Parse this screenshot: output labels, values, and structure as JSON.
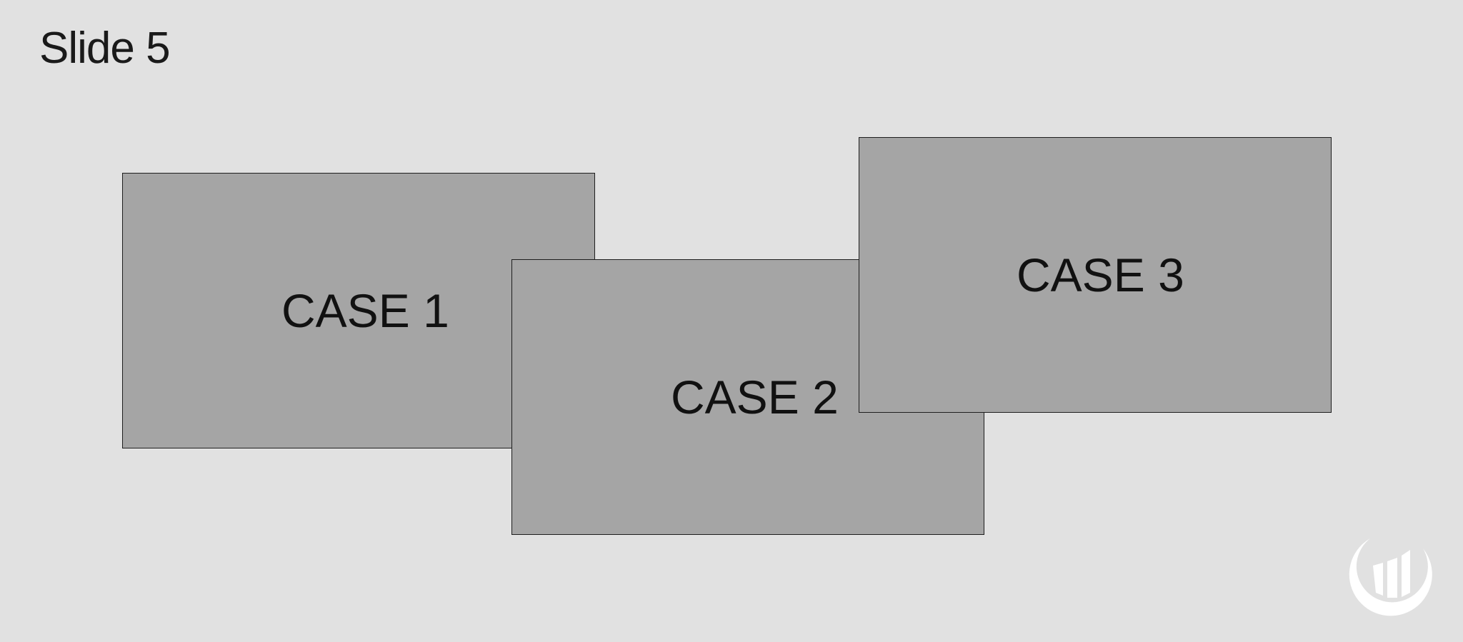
{
  "slide": {
    "title": "Slide 5"
  },
  "cases": [
    {
      "label": "CASE 1"
    },
    {
      "label": "CASE 2"
    },
    {
      "label": "CASE 3"
    }
  ],
  "logo": {
    "icon": "bar-chart-crescent-logo-icon",
    "color": "#ffffff"
  },
  "colors": {
    "background": "#e1e1e1",
    "box_fill": "#a5a5a5",
    "box_border": "#1e1e1e",
    "text": "#111111"
  }
}
